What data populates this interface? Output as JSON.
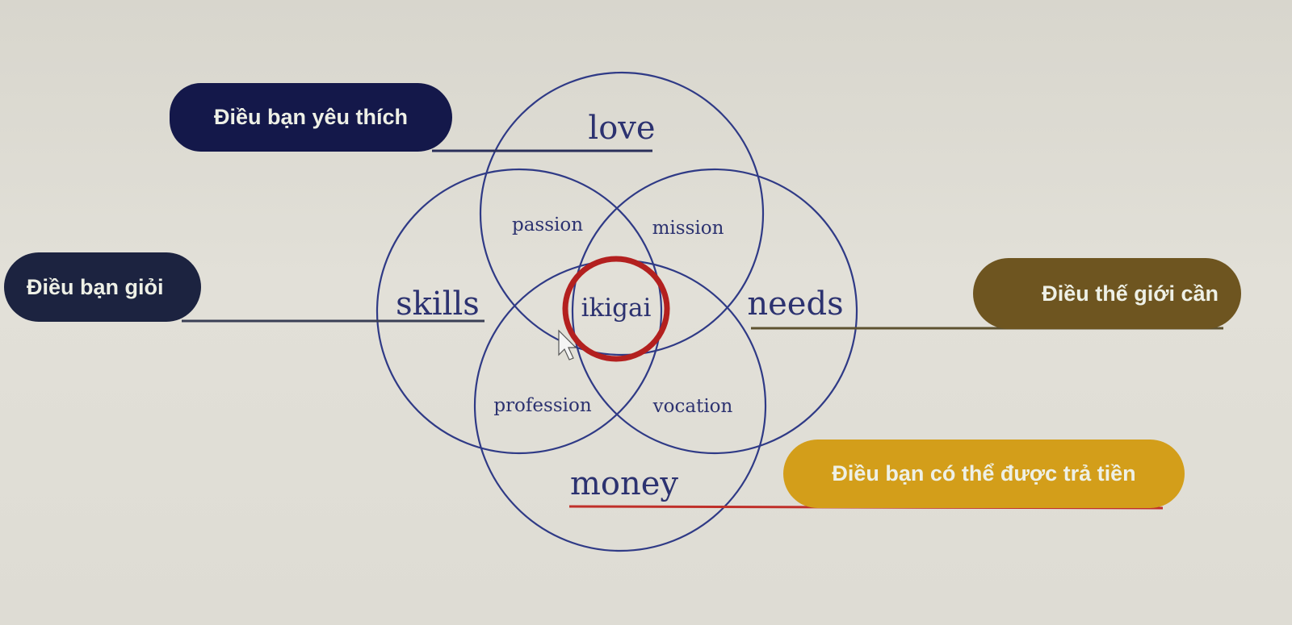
{
  "pills": {
    "love": {
      "label": "Điều bạn yêu thích",
      "color": "#14184a"
    },
    "skills": {
      "label": "Điều bạn giỏi",
      "color": "#1c2340"
    },
    "needs": {
      "label": "Điều thế giới cần",
      "color": "#6e5520"
    },
    "money": {
      "label": "Điều bạn có thể được trả tiền",
      "color": "#d39e1a"
    }
  },
  "diagram": {
    "love": "love",
    "skills": "skills",
    "needs": "needs",
    "money": "money",
    "passion": "passion",
    "mission": "mission",
    "profession": "profession",
    "vocation": "vocation",
    "ikigai": "ikigai",
    "circle_color": "#2f3a86",
    "highlight_color": "#b3201f"
  }
}
